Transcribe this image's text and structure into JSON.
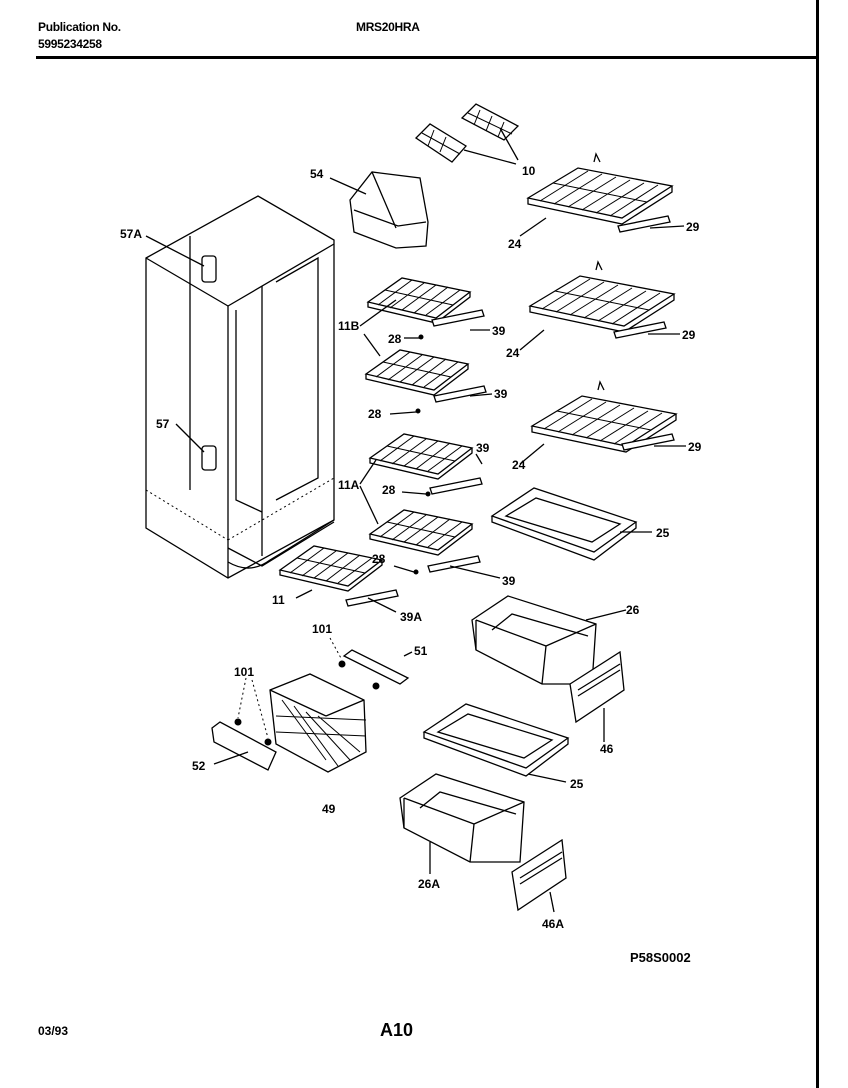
{
  "header": {
    "publication_label": "Publication No.",
    "publication_number": "5995234258",
    "model": "MRS20HRA"
  },
  "callouts": {
    "c10": "10",
    "c54": "54",
    "c29a": "29",
    "c24a": "24",
    "c57A": "57A",
    "c11B": "11B",
    "c28a": "28",
    "c39a": "39",
    "c29b": "29",
    "c24b": "24",
    "c28b": "28",
    "c39b": "39",
    "c57": "57",
    "c39c": "39",
    "c29c": "29",
    "c24c": "24",
    "c11A": "11A",
    "c28c": "28",
    "c25a": "25",
    "c28d": "28",
    "c39d": "39",
    "c11": "11",
    "c39A": "39A",
    "c26": "26",
    "c101a": "101",
    "c51": "51",
    "c101b": "101",
    "c46": "46",
    "c52": "52",
    "c25b": "25",
    "c49": "49",
    "c26A": "26A",
    "c46A": "46A"
  },
  "diagram_code": "P58S0002",
  "footer": {
    "date": "03/93",
    "page": "A10"
  }
}
